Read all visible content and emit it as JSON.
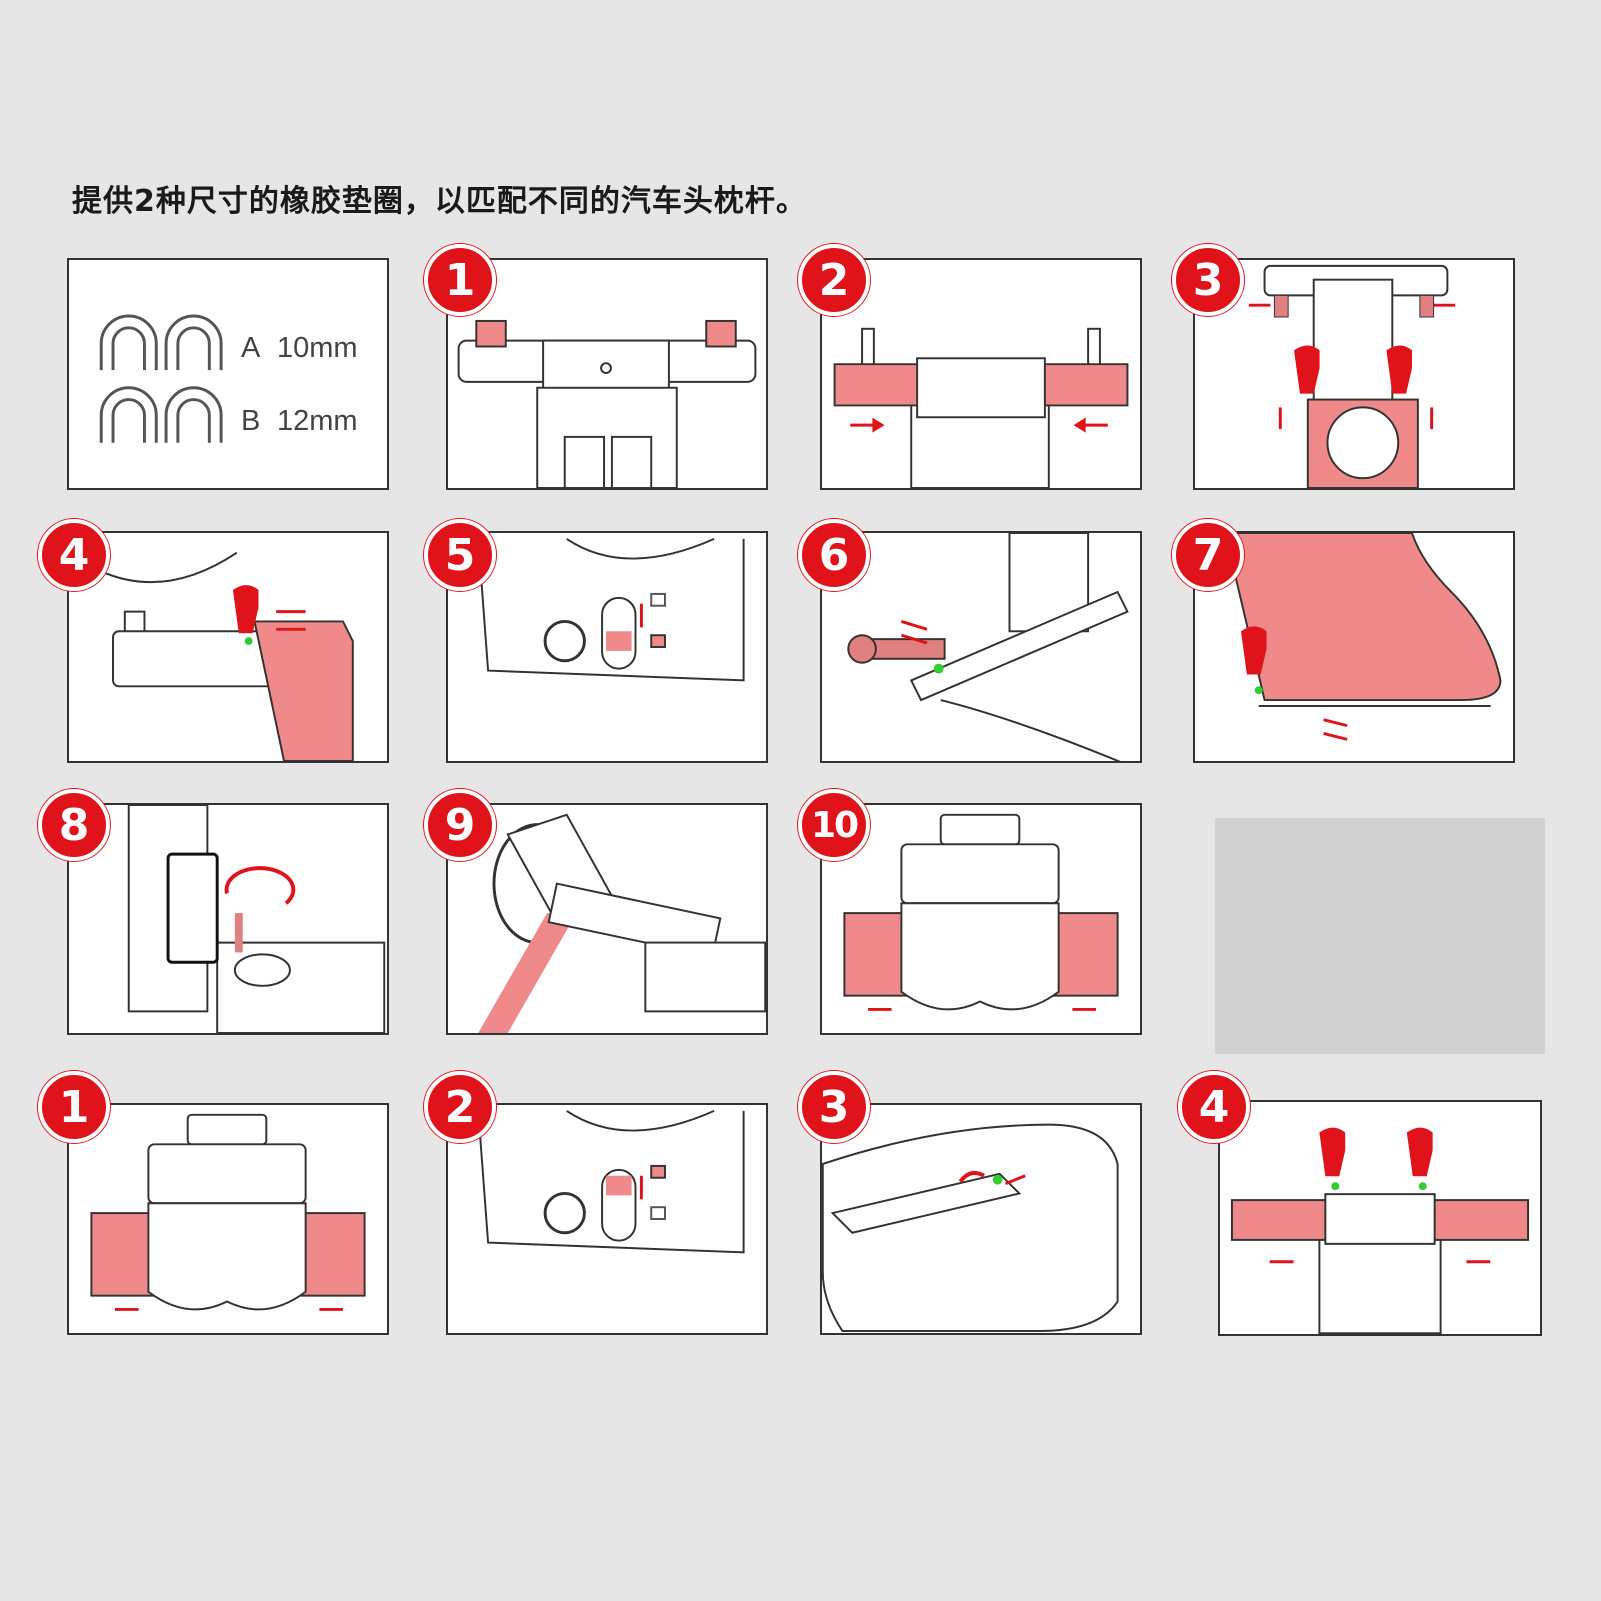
{
  "caption": "提供2种尺寸的橡胶垫圈，以匹配不同的汽车头枕杆。",
  "colors": {
    "accent_red": "#e0131a",
    "pink_part": "#f08a8a",
    "line": "#333333",
    "background": "#e6e6e6",
    "highlight_green": "#33cc33"
  },
  "grommets": [
    {
      "letter": "A",
      "size": "10mm"
    },
    {
      "letter": "B",
      "size": "12mm"
    }
  ],
  "install_steps": [
    "1",
    "2",
    "3",
    "4",
    "5",
    "6",
    "7",
    "8",
    "9",
    "10"
  ],
  "removal_steps": [
    "1",
    "2",
    "3",
    "4"
  ],
  "icons": [
    "hand-pointer-icon",
    "arrow-icon",
    "unlock-icon",
    "lock-icon",
    "rotate-icon"
  ]
}
